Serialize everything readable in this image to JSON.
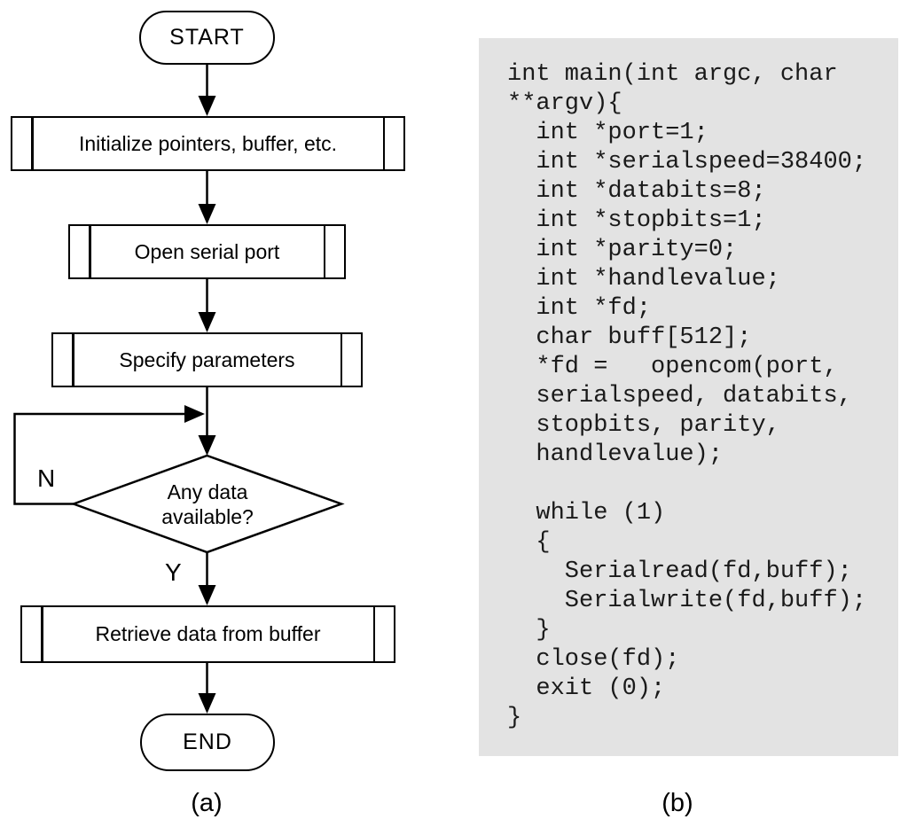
{
  "flowchart": {
    "nodes": {
      "start": "START",
      "init": "Initialize pointers, buffer, etc.",
      "open": "Open serial port",
      "specify": "Specify parameters",
      "decision": "Any data\navailable?",
      "retrieve": "Retrieve data from buffer",
      "end": "END"
    },
    "edge_labels": {
      "no": "N",
      "yes": "Y"
    },
    "caption": "(a)"
  },
  "code_panel": {
    "background": "#e3e3e3",
    "caption": "(b)",
    "lines": [
      "int main(int argc, char",
      "**argv){",
      "  int *port=1;",
      "  int *serialspeed=38400;",
      "  int *databits=8;",
      "  int *stopbits=1;",
      "  int *parity=0;",
      "  int *handlevalue;",
      "  int *fd;",
      "  char buff[512];",
      "  *fd =   opencom(port,",
      "  serialspeed, databits,",
      "  stopbits, parity,",
      "  handlevalue);",
      "",
      "  while (1)",
      "  {",
      "    Serialread(fd,buff);",
      "    Serialwrite(fd,buff);",
      "  }",
      "  close(fd);",
      "  exit (0);",
      "}"
    ]
  },
  "colors": {
    "stroke": "#000000",
    "panel_background": "#e3e3e3"
  }
}
